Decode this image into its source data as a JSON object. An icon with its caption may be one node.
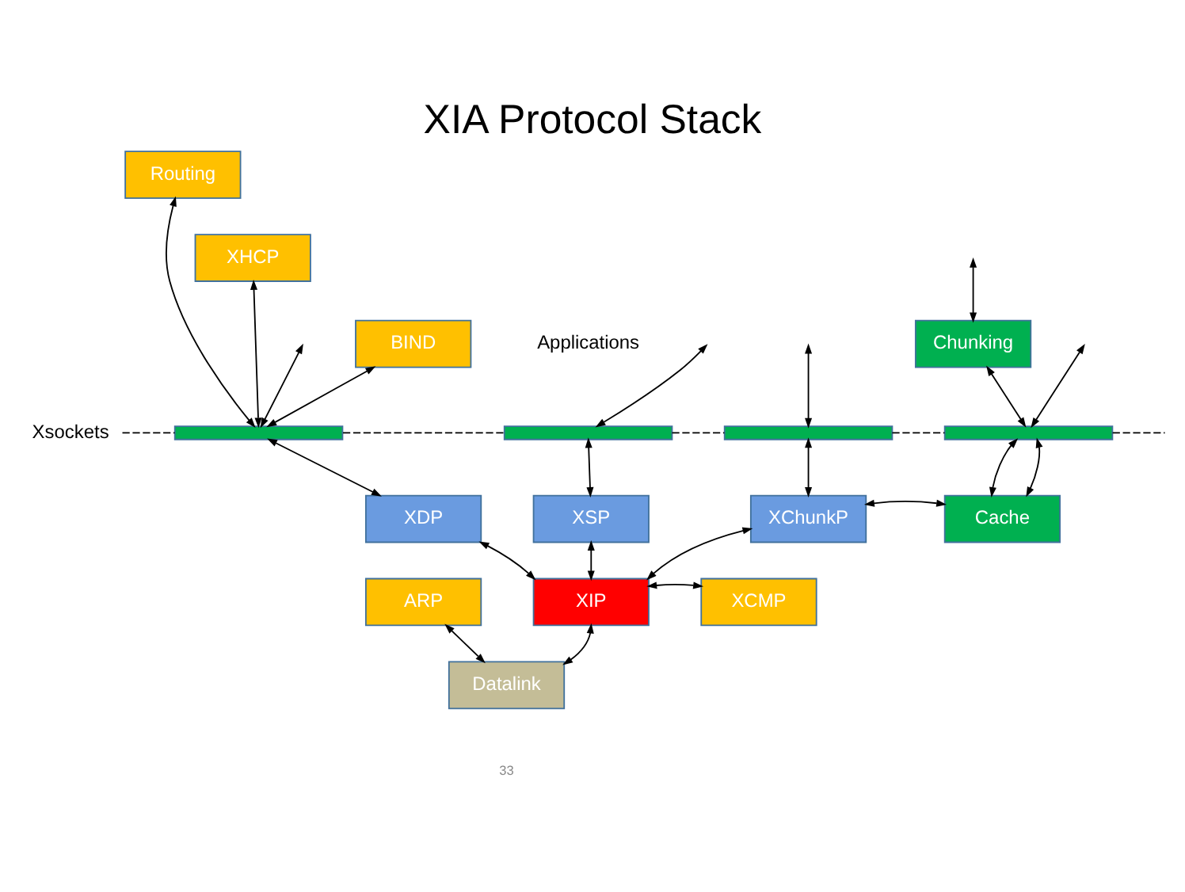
{
  "diagram": {
    "title": "XIA Protocol Stack",
    "nodes": [
      {
        "text": [
          "Routing"
        ]
      },
      {
        "text": [
          "XHCP"
        ]
      },
      {
        "text": [
          "BIND"
        ]
      },
      {
        "text": [
          "Xsockets"
        ]
      },
      {
        "text": [],
        "shape": "bar"
      },
      {
        "text": [],
        "shape": "bar"
      },
      {
        "text": [],
        "shape": "bar"
      },
      {
        "text": [
          "Chunking"
        ]
      },
      {
        "text": [],
        "shape": "bar"
      },
      {
        "text": [
          "XDP"
        ]
      },
      {
        "text": [
          "XSP"
        ]
      },
      {
        "text": [
          "XChunkP"
        ]
      },
      {
        "text": [
          "Cache"
        ]
      },
      {
        "text": [
          "ARP"
        ]
      },
      {
        "text": [
          "XIP"
        ]
      },
      {
        "text": [
          "XCMP"
        ]
      },
      {
        "text": [
          "Datalink"
        ]
      }
    ],
    "edges": [
      {
        "from": 2,
        "to": 4,
        "arrow": "both"
      },
      {
        "from": 1,
        "to": 4,
        "arrow": "both"
      },
      {
        "from": 0,
        "to": 4,
        "arrow": "both"
      },
      {
        "from": null,
        "to": 4,
        "arrow": "both"
      },
      {
        "from": null,
        "to": 5,
        "arrow": "both"
      },
      {
        "from": null,
        "to": 6,
        "arrow": "both"
      },
      {
        "from": null,
        "to": 7,
        "arrow": "both"
      },
      {
        "from": null,
        "to": 8,
        "arrow": "both"
      },
      {
        "from": 7,
        "to": 8,
        "arrow": "both"
      },
      {
        "from": 4,
        "to": 9,
        "arrow": "both"
      },
      {
        "from": 5,
        "to": 10,
        "arrow": "both"
      },
      {
        "from": 6,
        "to": 11,
        "arrow": "both"
      },
      {
        "from": 8,
        "to": 12,
        "arrow": "both"
      },
      {
        "from": 8,
        "to": 12,
        "arrow": "both"
      },
      {
        "from": 11,
        "to": 12,
        "arrow": "both"
      },
      {
        "from": 9,
        "to": 14,
        "arrow": "both"
      },
      {
        "from": 10,
        "to": 14,
        "arrow": "both"
      },
      {
        "from": 11,
        "to": 14,
        "arrow": "both"
      },
      {
        "from": 14,
        "to": 15,
        "arrow": "both"
      },
      {
        "from": 13,
        "to": 16,
        "arrow": "both"
      },
      {
        "from": 14,
        "to": 16,
        "arrow": "both"
      },
      {
        "from": 3,
        "to": 4,
        "arrow": "none",
        "style": "dashed"
      },
      {
        "from": 4,
        "to": 5,
        "arrow": "none",
        "style": "dashed"
      },
      {
        "from": 5,
        "to": 6,
        "arrow": "none",
        "style": "dashed"
      },
      {
        "from": 6,
        "to": 8,
        "arrow": "none",
        "style": "dashed"
      },
      {
        "from": 8,
        "to": null,
        "arrow": "none",
        "style": "dashed"
      }
    ],
    "labels": [
      "Applications",
      "33"
    ]
  }
}
